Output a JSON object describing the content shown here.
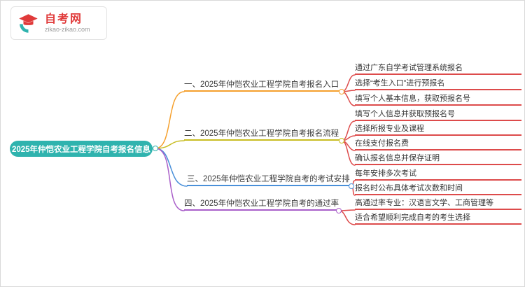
{
  "logo": {
    "site_name": "自考网",
    "site_url": "zikao-zikao.com",
    "icon": "graduation-cap-logo-icon",
    "brand_red": "#e03a3a",
    "brand_teal": "#2fb3ae"
  },
  "mindmap": {
    "root": {
      "label": "2025年仲恺农业工程学院自考报名信息",
      "color": "#2fb3ae"
    },
    "leaf_line_color": "#dd4b4b",
    "branches": [
      {
        "label": "一、2025年仲恺农业工程学院自考报名入口",
        "color": "#f5a02d",
        "children": [
          "通过广东自学考试管理系统报名",
          "选择“考生入口”进行预报名",
          "填写个人基本信息，获取预报名号"
        ]
      },
      {
        "label": "二、2025年仲恺农业工程学院自考报名流程",
        "color": "#c8bd22",
        "children": [
          "填写个人信息并获取预报名号",
          "选择所报专业及课程",
          "在线支付报名费",
          "确认报名信息并保存证明"
        ]
      },
      {
        "label": "三、2025年仲恺农业工程学院自考的考试安排",
        "color": "#4a90d9",
        "children": [
          "每年安排多次考试",
          "报名时公布具体考试次数和时间"
        ]
      },
      {
        "label": "四、2025年仲恺农业工程学院自考的通过率",
        "color": "#a95fc9",
        "children": [
          "高通过率专业：汉语言文学、工商管理等",
          "适合希望顺利完成自考的考生选择"
        ]
      }
    ]
  }
}
